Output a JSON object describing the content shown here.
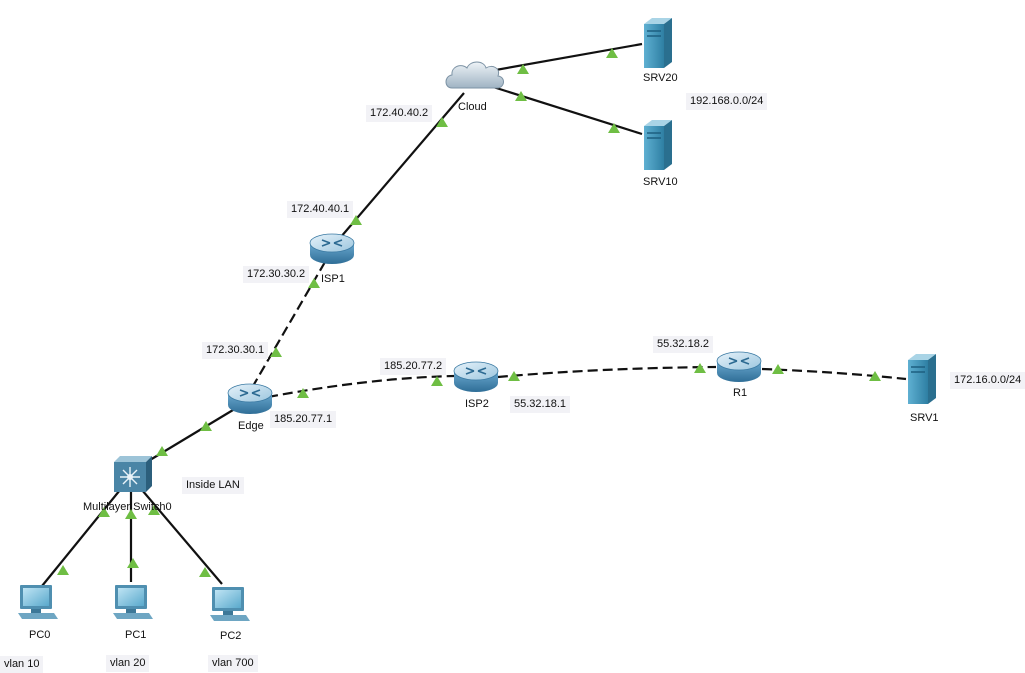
{
  "colors": {
    "link": "#111111",
    "port_up": "#6fbe44",
    "router_body": "#5b9bc4",
    "router_top": "#b8d8ea",
    "server_body": "#3f8fb3",
    "switch_body": "#4a7f9c",
    "cloud": "#c8d4de",
    "label_bg": "#f2f2f6"
  },
  "devices": {
    "cloud": {
      "name": "Cloud",
      "icon": "cloud-icon"
    },
    "srv20": {
      "name": "SRV20",
      "icon": "server-icon"
    },
    "srv10": {
      "name": "SRV10",
      "icon": "server-icon"
    },
    "isp1": {
      "name": "ISP1",
      "icon": "router-icon"
    },
    "edge": {
      "name": "Edge",
      "icon": "router-icon"
    },
    "isp2": {
      "name": "ISP2",
      "icon": "router-icon"
    },
    "r1": {
      "name": "R1",
      "icon": "router-icon"
    },
    "srv1": {
      "name": "SRV1",
      "icon": "server-icon"
    },
    "mls": {
      "name": "Multilayer Switch0",
      "icon": "multilayer-switch-icon"
    },
    "pc0": {
      "name": "PC0",
      "icon": "pc-icon"
    },
    "pc1": {
      "name": "PC1",
      "icon": "pc-icon"
    },
    "pc2": {
      "name": "PC2",
      "icon": "pc-icon"
    }
  },
  "labels": {
    "cloud_ip": "172.40.40.2",
    "isp1_ip_up": "172.40.40.1",
    "isp1_ip_down": "172.30.30.2",
    "edge_ip_up": "172.30.30.1",
    "edge_ip_right": "185.20.77.1",
    "isp2_ip_left": "185.20.77.2",
    "isp2_ip_right": "55.32.18.1",
    "r1_ip_left": "55.32.18.2",
    "net_srv": "192.168.0.0/24",
    "net_srv1": "172.16.0.0/24",
    "inside_lan": "Inside LAN",
    "vlan_pc0": "vlan 10",
    "vlan_pc1": "vlan 20",
    "vlan_pc2": "vlan 700"
  }
}
